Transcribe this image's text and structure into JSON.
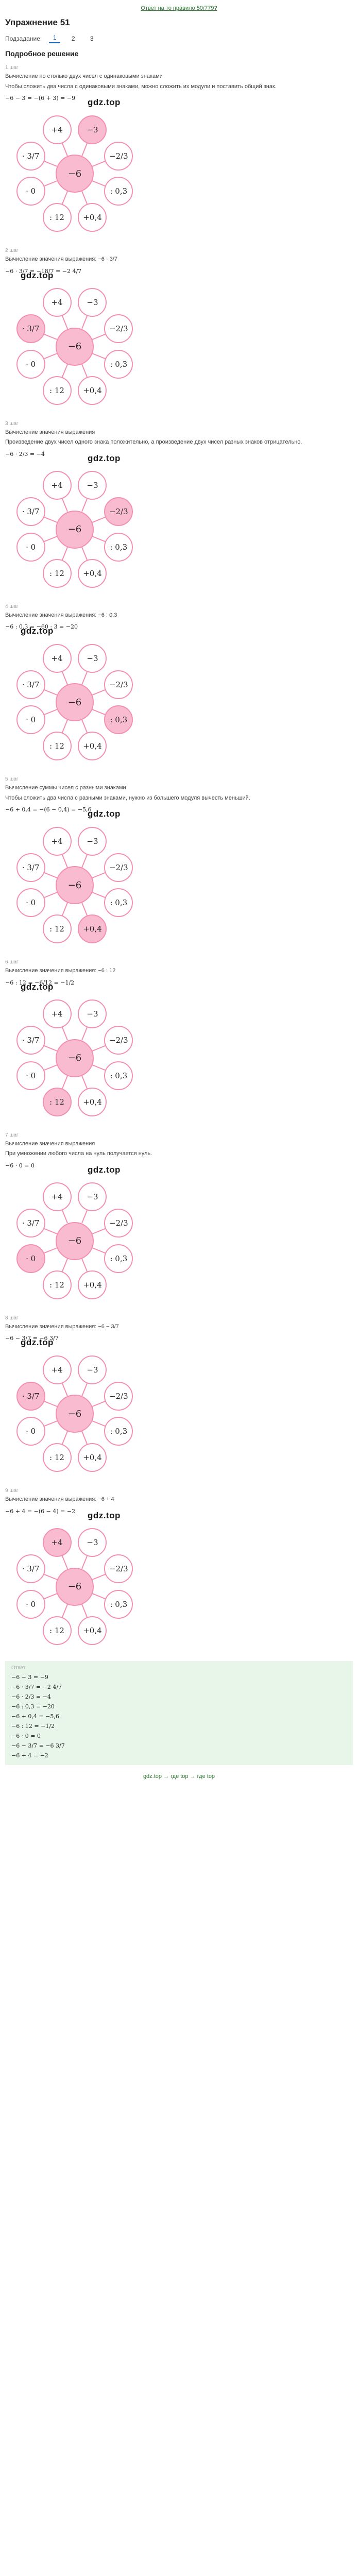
{
  "topline": "Ответ на то правило 50/779?",
  "title": "Упражнение 51",
  "parts": {
    "label": "Подзадание:",
    "items": [
      "1",
      "2",
      "3"
    ],
    "active": 0
  },
  "solution_title": "Подробное решение",
  "watermark": "gdz.top",
  "steps": [
    {
      "label": "1 шаг",
      "text": "Вычисление по столько двух чисел с одинаковыми знаками",
      "text2": "Чтобы сложить два числа с одинаковыми знаками, можно сложить их модули и поставить общий знак.",
      "formula": "−6 − 3 = −(6 + 3) = −9"
    },
    {
      "label": "2 шаг",
      "text": "Вычисление значения выражения: −6 · 3/7",
      "formula": "−6 · 3/7 = −18/7 = −2 4/7"
    },
    {
      "label": "3 шаг",
      "text": "Вычисление значения выражения",
      "text2": "Произведение двух чисел одного знака положительно, а произведение двух чисел разных знаков отрицательно.",
      "formula": "−6 · 2/3 = −4"
    },
    {
      "label": "4 шаг",
      "text": "Вычисление значения выражения: −6 : 0,3",
      "formula": "−6 : 0,3 = −60 : 3 = −20"
    },
    {
      "label": "5 шаг",
      "text": "Вычисление суммы чисел с разными знаками",
      "text2": "Чтобы сложить два числа с разными знаками, нужно из большего модуля вычесть меньший.",
      "formula": "−6 + 0,4 = −(6 − 0,4) = −5,6"
    },
    {
      "label": "6 шаг",
      "text": "Вычисление значения выражения: −6 : 12",
      "formula": "−6 : 12 = −6/12 = −1/2"
    },
    {
      "label": "7 шаг",
      "text": "Вычисление значения выражения",
      "text2": "При умножении любого числа на нуль получается нуль.",
      "formula": "−6 · 0 = 0"
    },
    {
      "label": "8 шаг",
      "text": "Вычисление значения выражения: −6 − 3/7",
      "formula": "−6 − 3/7 = −6 3/7"
    },
    {
      "label": "9 шаг",
      "text": "Вычисление значения выражения: −6 + 4",
      "formula": "−6 + 4 = −(6 − 4) = −2"
    }
  ],
  "diagram": {
    "center": "−6",
    "nodes": [
      "+4",
      "−3",
      "−2/3",
      ": 0,3",
      "+0,4",
      ": 12",
      "· 0",
      "· 3/7"
    ]
  },
  "highlights": [
    [
      1
    ],
    [
      7
    ],
    [
      2
    ],
    [
      3
    ],
    [
      4
    ],
    [
      5
    ],
    [
      6
    ],
    [
      7
    ],
    [
      0
    ]
  ],
  "answer": {
    "label": "Ответ",
    "lines": [
      "−6 − 3 = −9",
      "−6 · 3/7 = −2 4/7",
      "−6 · 2/3 = −4",
      "−6 : 0,3 = −20",
      "−6 + 0,4 = −5,6",
      "−6 : 12 = −1/2",
      "−6 · 0 = 0",
      "−6 − 3/7 = −6 3/7",
      "−6 + 4 = −2"
    ]
  },
  "footer": "gdz.top → где top → где top"
}
